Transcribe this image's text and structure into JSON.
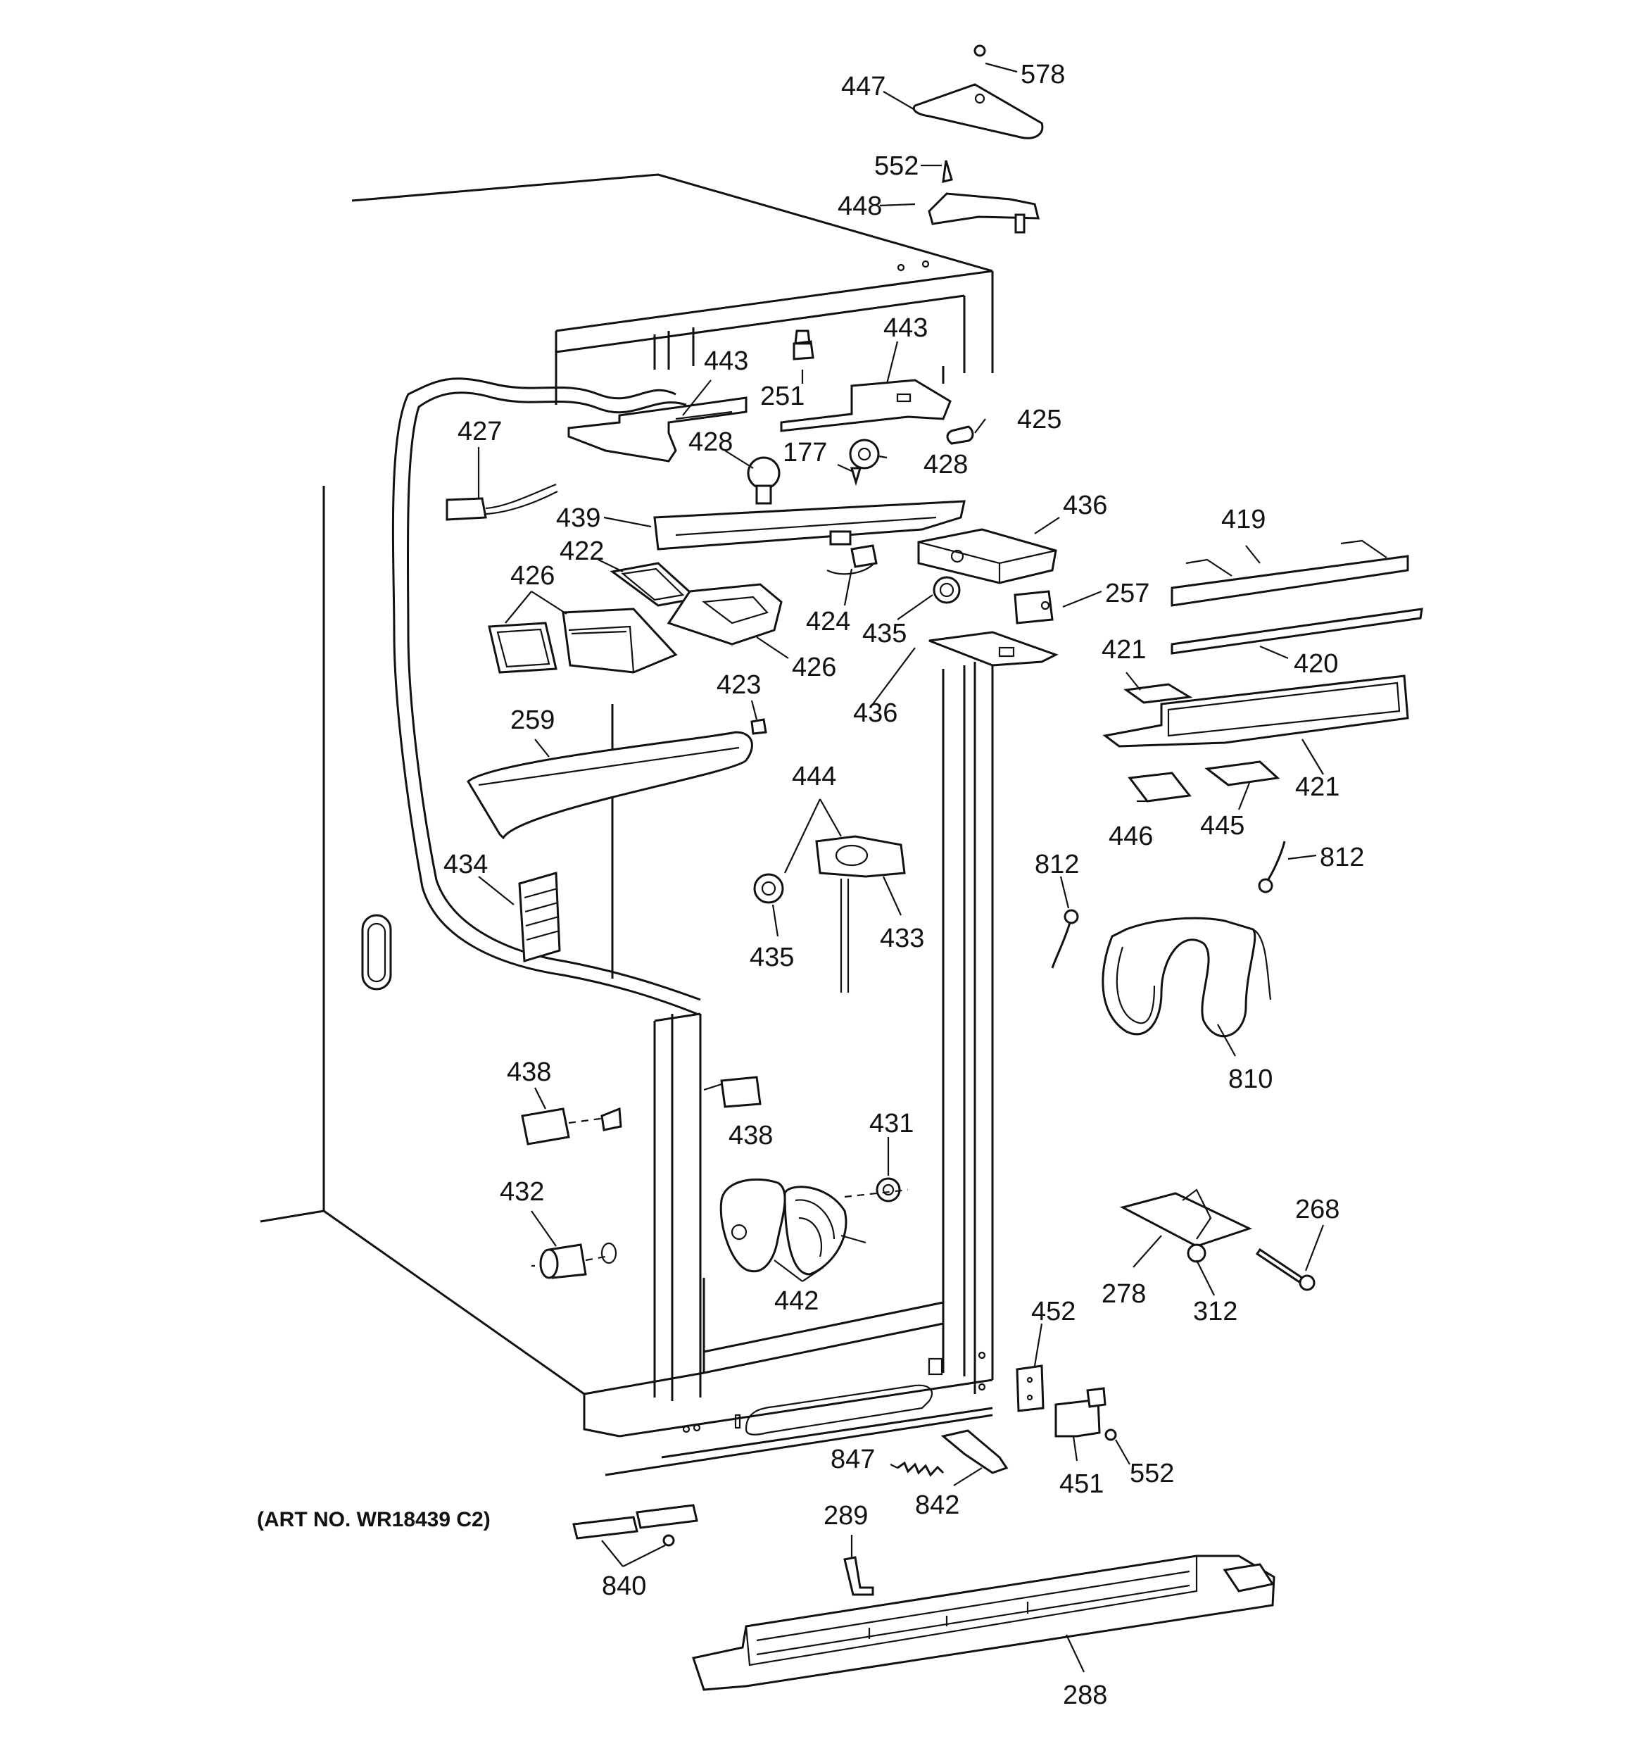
{
  "diagram": {
    "art_number": "(ART NO. WR18439 C2)",
    "callouts": [
      "578",
      "447",
      "552",
      "448",
      "443",
      "443",
      "251",
      "425",
      "427",
      "428",
      "177",
      "428",
      "439",
      "436",
      "422",
      "426",
      "424",
      "257",
      "419",
      "426",
      "435",
      "421",
      "420",
      "436",
      "423",
      "259",
      "421",
      "444",
      "446",
      "445",
      "812",
      "812",
      "434",
      "435",
      "433",
      "810",
      "438",
      "438",
      "431",
      "268",
      "432",
      "442",
      "278",
      "312",
      "452",
      "847",
      "552",
      "451",
      "289",
      "842",
      "840",
      "288"
    ]
  }
}
